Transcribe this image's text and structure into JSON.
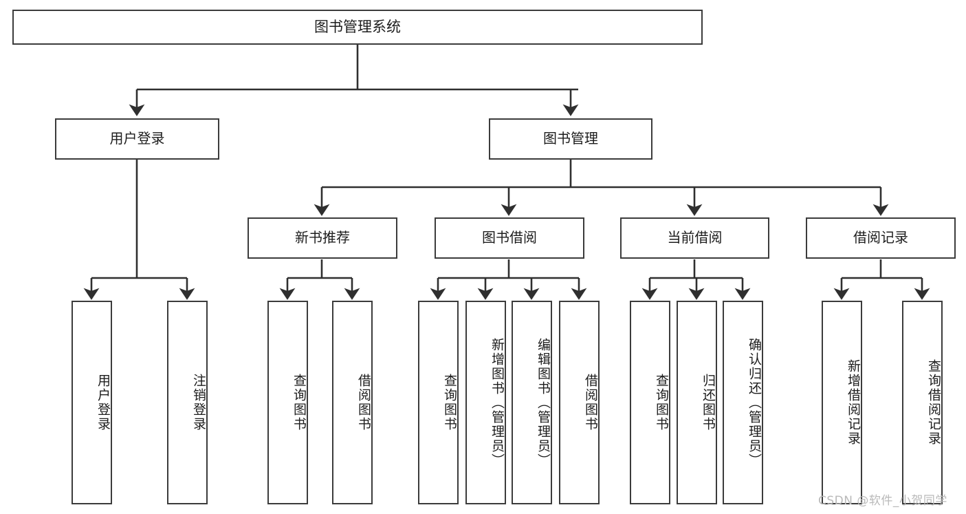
{
  "diagram": {
    "title": "图书管理系统",
    "root": {
      "label": "图书管理系统"
    },
    "level1": [
      {
        "label": "用户登录"
      },
      {
        "label": "图书管理"
      }
    ],
    "level2": [
      {
        "label": "新书推荐"
      },
      {
        "label": "图书借阅"
      },
      {
        "label": "当前借阅"
      },
      {
        "label": "借阅记录"
      }
    ],
    "leaves": {
      "user_login": [
        {
          "label": "用户登录"
        },
        {
          "label": "注销登录"
        }
      ],
      "new_book_recommend": [
        {
          "label": "查询图书"
        },
        {
          "label": "借阅图书"
        }
      ],
      "book_borrow": [
        {
          "label": "查询图书"
        },
        {
          "label": "新增图书（管理员）"
        },
        {
          "label": "编辑图书（管理员）"
        },
        {
          "label": "借阅图书"
        }
      ],
      "current_borrow": [
        {
          "label": "查询图书"
        },
        {
          "label": "归还图书"
        },
        {
          "label": "确认归还（管理员）"
        }
      ],
      "borrow_record": [
        {
          "label": "新增借阅记录"
        },
        {
          "label": "查询借阅记录"
        }
      ]
    },
    "watermark": "CSDN @软件_小贺同学",
    "colors": {
      "border": "#3b3b3b",
      "text": "#1c1c1c",
      "background": "#ffffff",
      "watermark": "#b9b9b9"
    }
  }
}
